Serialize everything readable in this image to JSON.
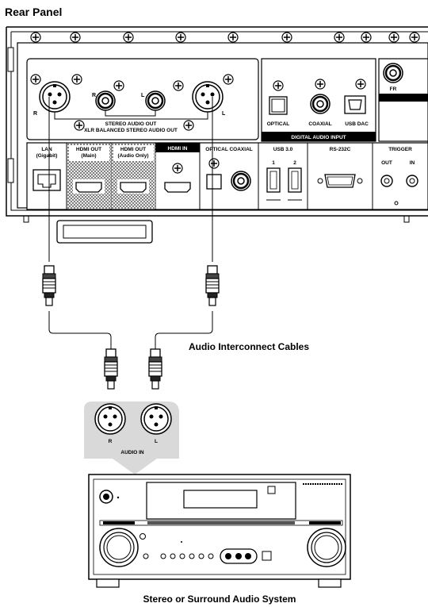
{
  "title": "Rear Panel",
  "panel": {
    "stereo_out_line1": "STEREO AUDIO OUT",
    "stereo_out_line2": "XLR BALANCED STEREO AUDIO OUT",
    "xlr_right": "R",
    "xlr_left": "L",
    "rca_right": "R",
    "rca_left": "L",
    "optical": "OPTICAL",
    "coaxial": "COAXIAL",
    "usb_dac": "USB DAC",
    "digital_audio_input": "DIGITAL AUDIO INPUT",
    "fr": "FR",
    "lan_line1": "LAN",
    "lan_line2": "(Gigabit)",
    "hdmi_main_line1": "HDMI OUT",
    "hdmi_main_line2": "(Main)",
    "hdmi_audio_line1": "HDMI OUT",
    "hdmi_audio_line2": "(Audio Only)",
    "hdmi_in": "HDMI IN",
    "optical_coaxial": "OPTICAL  COAXIAL",
    "usb3": "USB 3.0",
    "usb_port1": "1",
    "usb_port2": "2",
    "rs232c": "RS-232C",
    "trigger": "TRIGGER",
    "trigger_out": "OUT",
    "trigger_in": "IN"
  },
  "cables_label": "Audio Interconnect Cables",
  "receiver_inputs": {
    "right": "R",
    "left": "L",
    "label": "AUDIO IN"
  },
  "receiver_label": "Stereo or Surround Audio System"
}
